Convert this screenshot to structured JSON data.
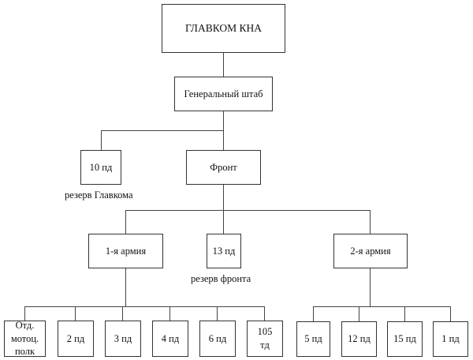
{
  "diagram": {
    "type": "org-chart",
    "nodes": {
      "commander": "ГЛАВКОМ КНА",
      "general_staff": "Генеральный штаб",
      "div10": "10 пд",
      "front": "Фронт",
      "army1": "1-я армия",
      "div13": "13 пд",
      "army2": "2-я армия",
      "army1_units": [
        "Отд. мотоц. полк",
        "2 пд",
        "3 пд",
        "4 пд",
        "6 пд",
        "105 тд"
      ],
      "army2_units": [
        "5 пд",
        "12 пд",
        "15 пд",
        "1 пд"
      ]
    },
    "annotations": {
      "div10_note": "резерв Главкома",
      "div13_note": "резерв фронта"
    },
    "edges": [
      [
        "ГЛАВКОМ КНА",
        "Генеральный штаб"
      ],
      [
        "Генеральный штаб",
        "10 пд"
      ],
      [
        "Генеральный штаб",
        "Фронт"
      ],
      [
        "Фронт",
        "1-я армия"
      ],
      [
        "Фронт",
        "13 пд"
      ],
      [
        "Фронт",
        "2-я армия"
      ],
      [
        "1-я армия",
        "Отд. мотоц. полк"
      ],
      [
        "1-я армия",
        "2 пд"
      ],
      [
        "1-я армия",
        "3 пд"
      ],
      [
        "1-я армия",
        "4 пд"
      ],
      [
        "1-я армия",
        "6 пд"
      ],
      [
        "1-я армия",
        "105 тд"
      ],
      [
        "2-я армия",
        "5 пд"
      ],
      [
        "2-я армия",
        "12 пд"
      ],
      [
        "2-я армия",
        "15 пд"
      ],
      [
        "2-я армия",
        "1 пд"
      ]
    ]
  }
}
